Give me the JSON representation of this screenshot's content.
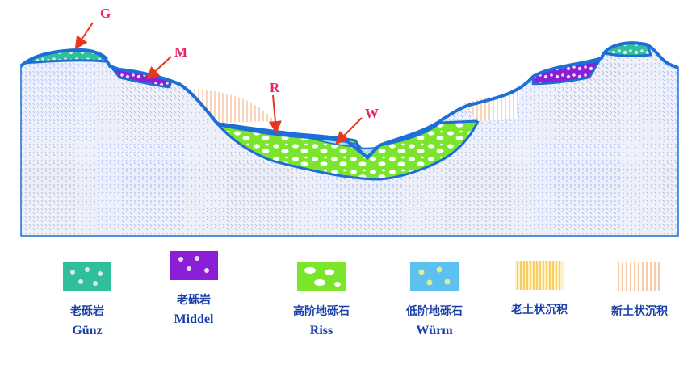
{
  "labels": {
    "g": "G",
    "m": "M",
    "r": "R",
    "w": "W"
  },
  "legend": [
    {
      "key": "gunz",
      "cn": "老砾岩",
      "en": "Günz",
      "color": "#2fbf9a"
    },
    {
      "key": "middel",
      "cn": "老砾岩",
      "en": "Middel",
      "color": "#8a1fd6"
    },
    {
      "key": "riss",
      "cn": "高阶地砾石",
      "en": "Riss",
      "color": "#7be42c"
    },
    {
      "key": "wurm",
      "cn": "低阶地砾石",
      "en": "Würm",
      "color": "#5ec0ef"
    },
    {
      "key": "old-loess",
      "cn": "老土状沉积",
      "en": "",
      "color": "#f3c44a"
    },
    {
      "key": "new-loess",
      "cn": "新土状沉积",
      "en": "",
      "color": "#f6b384"
    }
  ],
  "colors": {
    "bedrock": "#e8ecf8",
    "outline": "#1c6fd8",
    "arrow": "#e8351e",
    "label": "#e8236a",
    "legend_text": "#1a3fa8"
  }
}
